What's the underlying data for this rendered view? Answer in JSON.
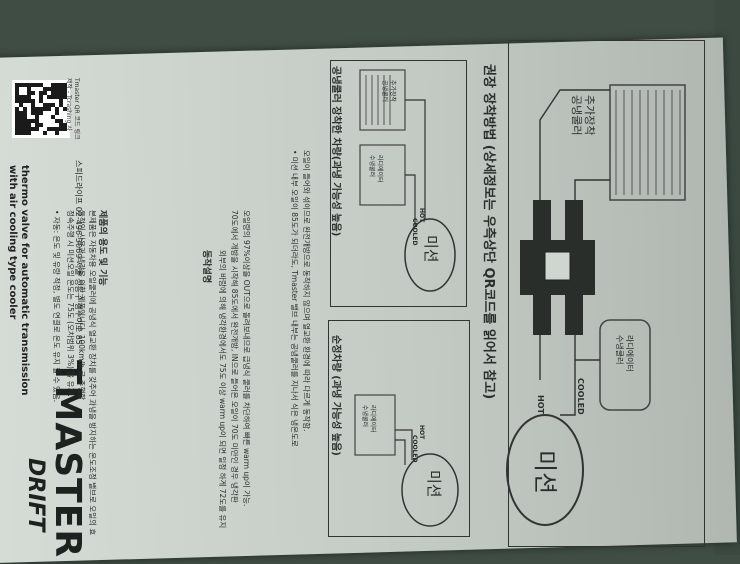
{
  "brand": {
    "logo_text": "TMASTER",
    "sub_logo": "DRIFT",
    "tagline_1": "thermo valve for automatic transmission",
    "tagline_2": "with air cooling type cooler"
  },
  "header": {
    "shop": "스피드라이프 02-496-3069 서울 성동구 성수이로 85",
    "qr_label_1": "Tmaster QR 코드 링크",
    "qr_label_2": "제작 - Tcrashing 사"
  },
  "intro": {
    "title": "제품의 용도 및 기능",
    "body_1": "본제품은 자동차용 오일쿨러에 공냉식 열교환 장치를 갖추어 과냉을 방지하는 온도조정 밸브로 오일의 효",
    "body_2": "율적인 사용과 냉각을 위한 제품입니다. 100km/h 로 주행할",
    "body_3": "정속주행 시 미션오일 온도는 75도 (오차범위 3%) 을 유지.",
    "body_4": "• 자동: 온도 및 유량 적정, 별도 연결로 온도 유지 할 수 있음."
  },
  "operation": {
    "title": "동작설명",
    "body_1": "외부의 바람에 의해 냉각환경에서도 75도 이상 warm up이 되면 일정 하게 72도를 유지",
    "body_2": "70도에서 개방을 시작해 85도에서 완전개방, IN으로 들어온 오일이 70도 미만인 경우 냉각판",
    "body_3": "오일량의 97%이상을 OUT으로 돌려보내므로 급냉식 쿨러를 차단하여 빠른 warm up이 가능.",
    "body_4": "• 미션 내부 오일이 85도가 되더라도, Tmaster 밸브 내부는 공냉쿨러를 지나서 식은 냉온도로",
    "body_5": "오일이 들어와 섞이므로 완전개방으로 동작하지 않으며 열교환 환경에 따라 다르게 동작함."
  },
  "diagrams": {
    "parallel_title": "순정차량 (과냉 가능성 높음)",
    "cooler_title": "공냉쿨러 장착한 차량(과냉 가능성 높음)",
    "recommend_title": "권장 장착방법 (상세정보는 우측상단 QR코드를 읽어서 참고)",
    "mission": "미션",
    "radiator_1": "라디에이터",
    "radiator_2": "수냉쿨러",
    "air_cooler_1": "추가장착",
    "air_cooler_2": "공냉쿨러",
    "hot": "HOT",
    "cooled": "COOLED"
  }
}
